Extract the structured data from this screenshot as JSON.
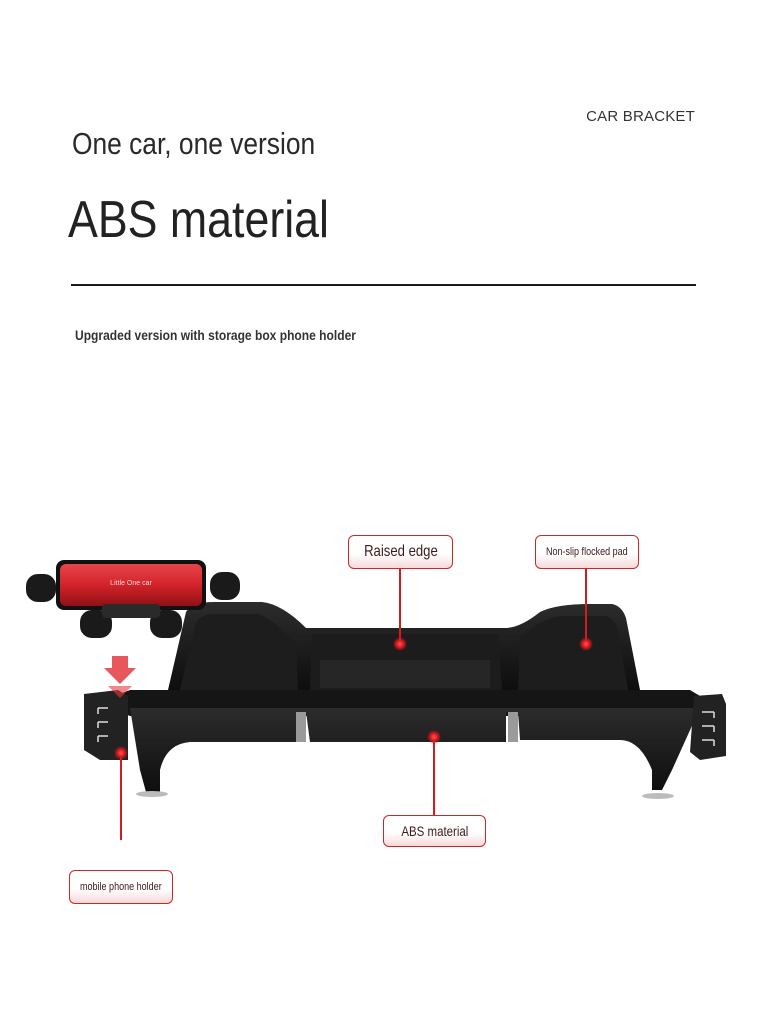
{
  "header": {
    "brand": "CAR BRACKET",
    "tagline": "One car, one version",
    "headline": "ABS material",
    "subtitle": "Upgraded version with storage box phone holder"
  },
  "product": {
    "holder_label": "Little One car",
    "callouts": {
      "raised_edge": "Raised edge",
      "non_slip": "Non-slip flocked pad",
      "abs_material": "ABS material",
      "phone_holder": "mobile phone holder"
    }
  },
  "colors": {
    "accent": "#c8282a",
    "product": "#1a1a1a",
    "holder_red": "#d4232a"
  }
}
